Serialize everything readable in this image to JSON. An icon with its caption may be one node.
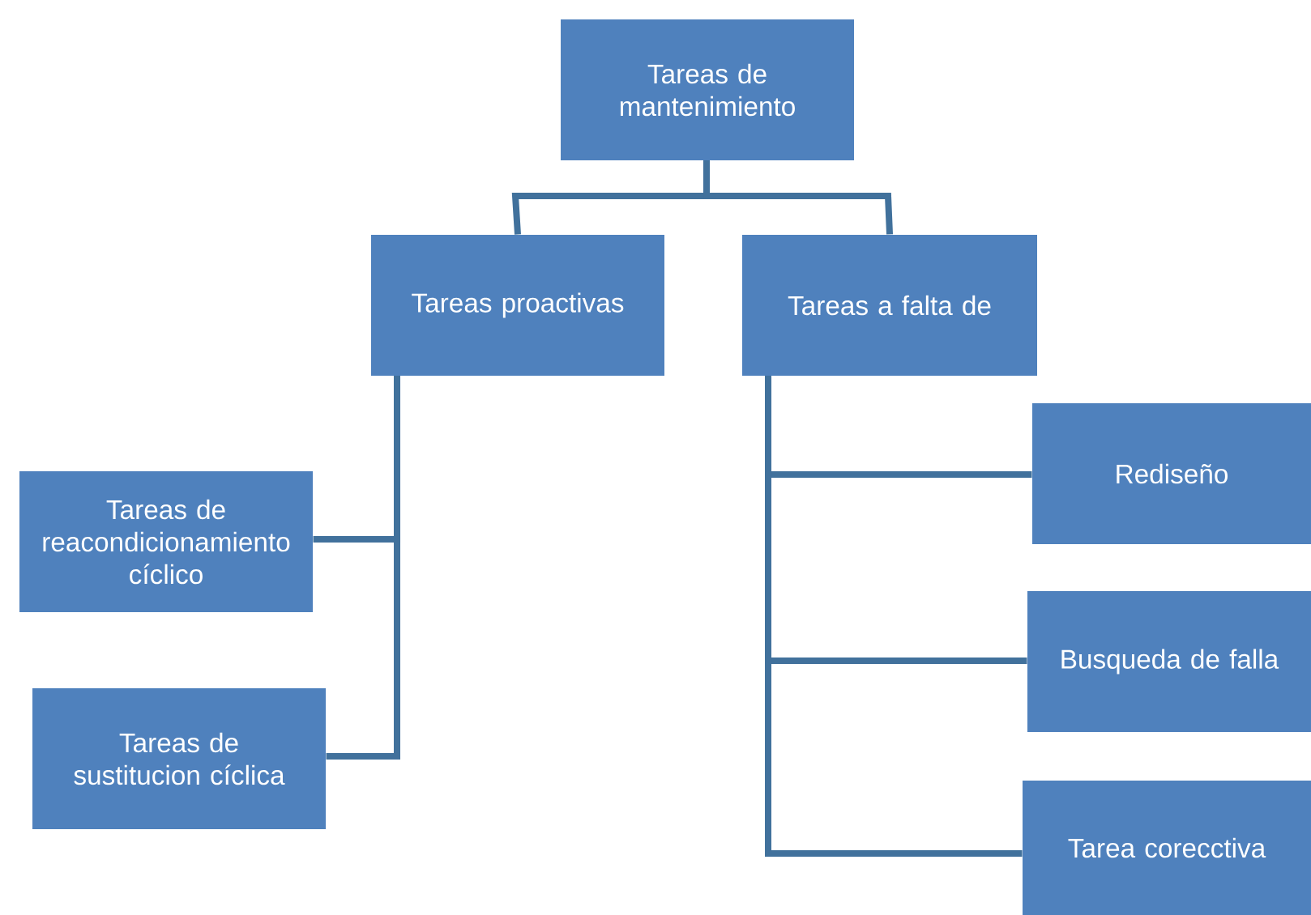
{
  "diagram": {
    "nodes": [
      {
        "text": [
          "Tareas de mantenimiento"
        ]
      },
      {
        "text": [
          "Tareas proactivas"
        ]
      },
      {
        "text": [
          "Tareas a falta de"
        ]
      },
      {
        "text": [
          "Tareas de reacondicionamiento cíclico"
        ]
      },
      {
        "text": [
          "Tareas de sustitucion cíclica"
        ]
      },
      {
        "text": [
          "Rediseño"
        ]
      },
      {
        "text": [
          "Busqueda de falla"
        ]
      },
      {
        "text": [
          "Tarea corecctiva"
        ]
      }
    ],
    "edges": [
      {
        "from": 0,
        "to": 1,
        "arrow": "none"
      },
      {
        "from": 0,
        "to": 2,
        "arrow": "none"
      },
      {
        "from": 1,
        "to": 3,
        "arrow": "none"
      },
      {
        "from": 1,
        "to": 4,
        "arrow": "none"
      },
      {
        "from": 2,
        "to": 5,
        "arrow": "none"
      },
      {
        "from": 2,
        "to": 6,
        "arrow": "none"
      },
      {
        "from": 2,
        "to": 7,
        "arrow": "none"
      }
    ]
  }
}
